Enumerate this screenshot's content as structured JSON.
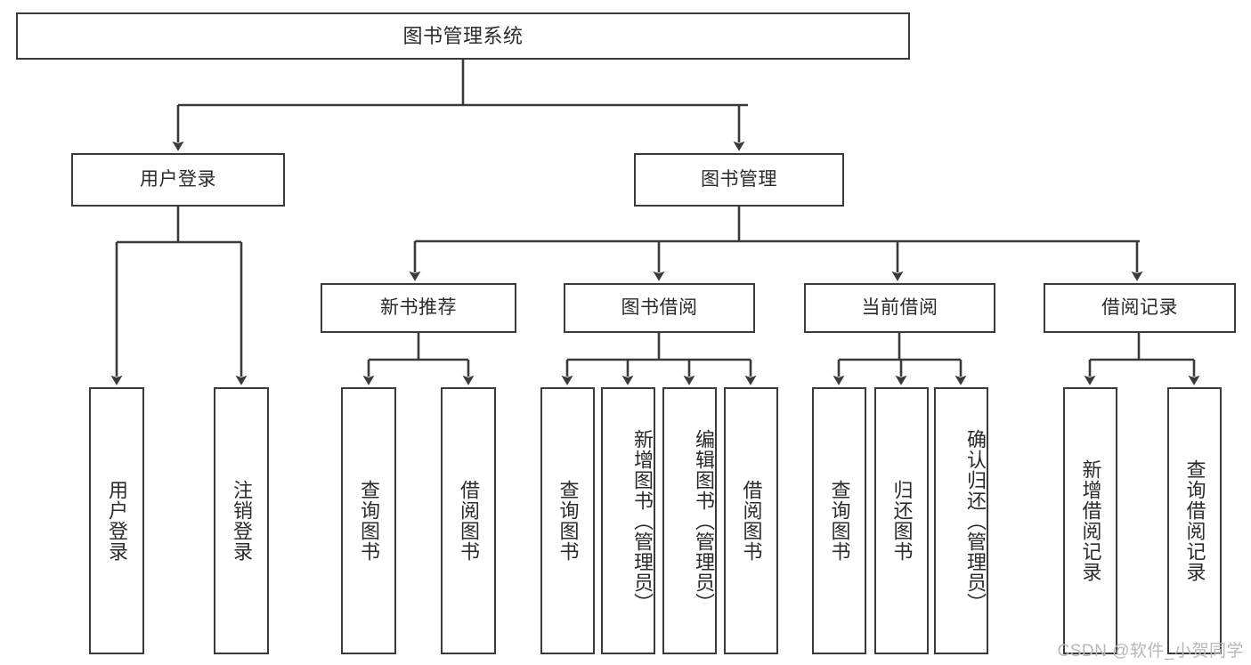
{
  "diagram": {
    "type": "tree-hierarchy",
    "title": "图书管理系统",
    "orientation": "top-down",
    "colors": {
      "box_border": "#3a3a3a",
      "box_fill": "#ffffff",
      "text": "#2b2b2b",
      "connector": "#3a3a3a",
      "watermark": "#b8b8b8",
      "background": "#ffffff"
    },
    "nodes": {
      "root": {
        "label": "图书管理系统",
        "level": 1
      },
      "level2": [
        {
          "id": "user-login",
          "label": "用户登录"
        },
        {
          "id": "book-management",
          "label": "图书管理"
        }
      ],
      "level3": [
        {
          "id": "new-book-recommend",
          "label": "新书推荐",
          "parent": "book-management"
        },
        {
          "id": "book-borrow",
          "label": "图书借阅",
          "parent": "book-management"
        },
        {
          "id": "current-borrow",
          "label": "当前借阅",
          "parent": "book-management"
        },
        {
          "id": "borrow-record",
          "label": "借阅记录",
          "parent": "book-management"
        }
      ],
      "leaves": {
        "user-login": [
          {
            "id": "leaf-user-login",
            "label": "用户登录"
          },
          {
            "id": "leaf-logout",
            "label": "注销登录"
          }
        ],
        "new-book-recommend": [
          {
            "id": "leaf-query-book-1",
            "label": "查询图书"
          },
          {
            "id": "leaf-borrow-book-1",
            "label": "借阅图书"
          }
        ],
        "book-borrow": [
          {
            "id": "leaf-query-book-2",
            "label": "查询图书"
          },
          {
            "id": "leaf-add-book",
            "label": "新增图书（管理员）"
          },
          {
            "id": "leaf-edit-book",
            "label": "编辑图书（管理员）"
          },
          {
            "id": "leaf-borrow-book-2",
            "label": "借阅图书"
          }
        ],
        "current-borrow": [
          {
            "id": "leaf-query-book-3",
            "label": "查询图书"
          },
          {
            "id": "leaf-return-book",
            "label": "归还图书"
          },
          {
            "id": "leaf-confirm-return",
            "label": "确认归还（管理员）"
          }
        ],
        "borrow-record": [
          {
            "id": "leaf-add-record",
            "label": "新增借阅记录"
          },
          {
            "id": "leaf-query-record",
            "label": "查询借阅记录"
          }
        ]
      }
    },
    "watermark": "CSDN @软件_小贺同学"
  }
}
